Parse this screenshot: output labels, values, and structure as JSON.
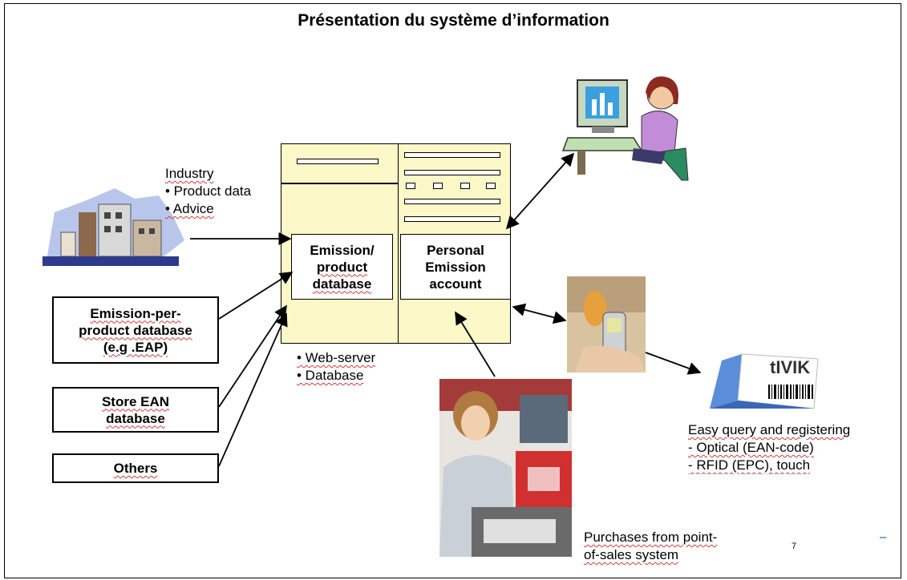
{
  "title": "Présentation du système d’information",
  "industry": {
    "heading": "Industry",
    "items": [
      "• Product data",
      "• Advice"
    ]
  },
  "left_boxes": {
    "eap": [
      "Emission-per-",
      "product database",
      "(e.g .EAP)"
    ],
    "ean": [
      "Store EAN",
      "database"
    ],
    "others": "Others"
  },
  "server": {
    "emission_db": [
      "Emission/",
      "product",
      "database"
    ],
    "personal_account": [
      "Personal",
      "Emission",
      "account"
    ],
    "features": [
      "• Web-server",
      "• Database"
    ]
  },
  "query": {
    "heading": "Easy  query and registering",
    "items": [
      "-  Optical (EAN-code)",
      "- RFID (EPC), touch"
    ]
  },
  "pos": [
    "Purchases from point-",
    "of-sales system"
  ],
  "tine_logo": "tIVIK",
  "page_number": "7"
}
